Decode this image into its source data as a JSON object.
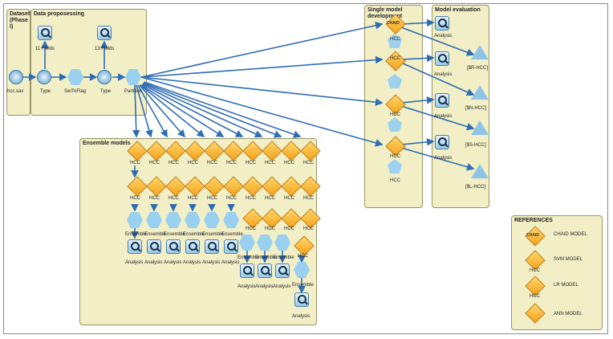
{
  "panels": {
    "dataset": "Dataset (Phase I)",
    "preprocessing": "Data proposessing",
    "single": "Single model development",
    "evaluation": "Model evaluation",
    "ensemble": "Ensemble models",
    "references": "REFERENCES"
  },
  "nodes": {
    "source": "hcc.sav",
    "type1": "Type",
    "settoflag": "SetToFlag",
    "type2": "Type",
    "partition": "Partition",
    "fields11": "11 Fields",
    "fields13": "13 Fields"
  },
  "model_label": "HCC",
  "analysis_label": "Analysis",
  "ensemble_label": "Ensemble",
  "evaluation_nodes": [
    "[$R-HCC]",
    "[$N-HCC]",
    "[$S-HCC]",
    "[$L-HCC]"
  ],
  "references": [
    "CHAID MODEL",
    "SVM MODEL",
    "LR MODEL",
    "ANN MODEL"
  ],
  "badges": {
    "chaid": "CHAID"
  },
  "colors": {
    "panel": "#f2efc6",
    "arrow": "#2f6db3",
    "model": "#f4a21a"
  }
}
